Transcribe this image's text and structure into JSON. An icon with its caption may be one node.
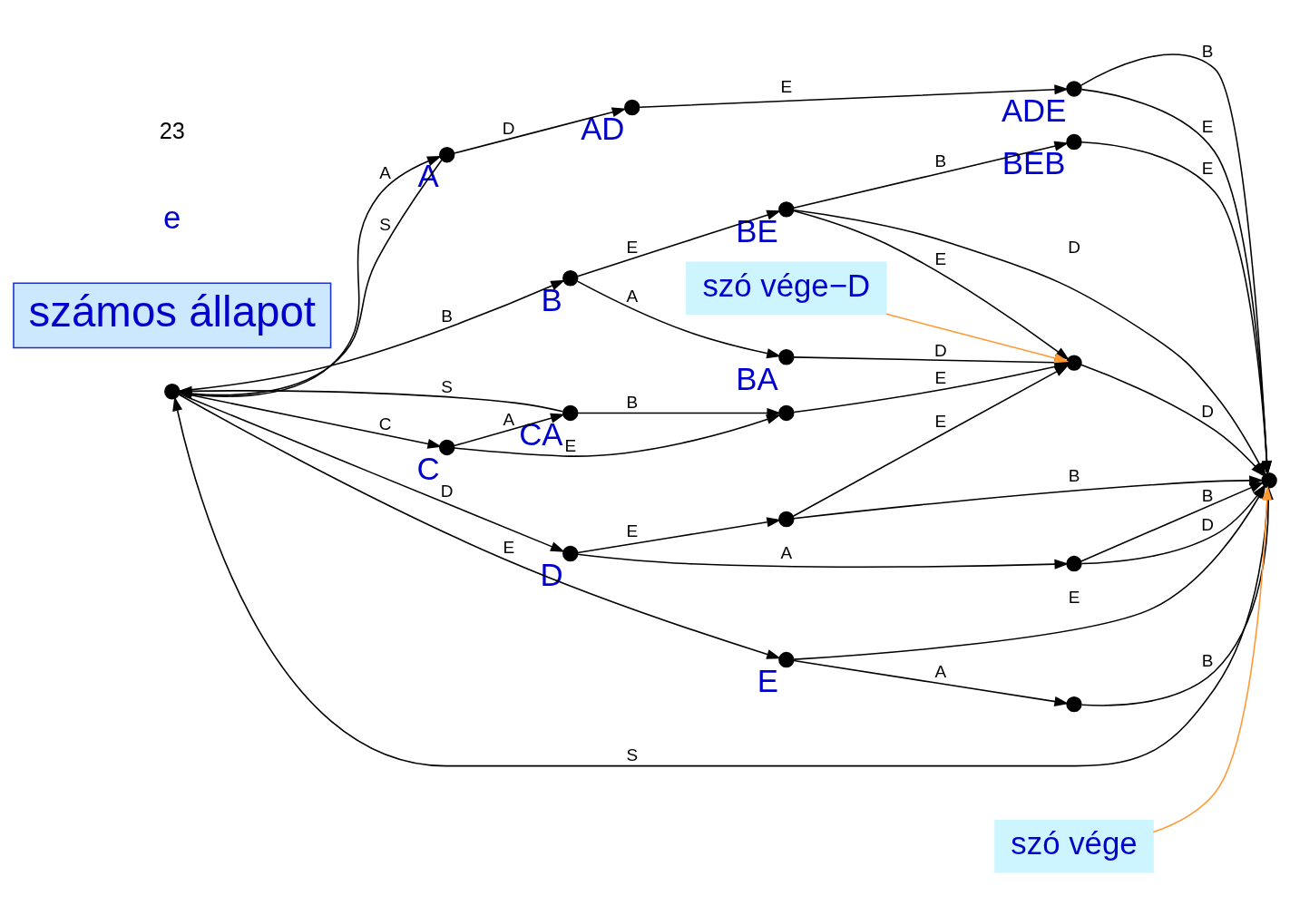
{
  "diagram": {
    "nodes": [
      {
        "text": [],
        "shape": "circle"
      },
      {
        "text": [],
        "shape": "circle",
        "beside": [
          "A"
        ]
      },
      {
        "text": [],
        "shape": "circle",
        "beside": [
          "AD"
        ]
      },
      {
        "text": [],
        "shape": "circle",
        "beside": [
          "ADE"
        ]
      },
      {
        "text": [],
        "shape": "circle",
        "beside": [
          "B"
        ]
      },
      {
        "text": [],
        "shape": "circle",
        "beside": [
          "BE"
        ]
      },
      {
        "text": [],
        "shape": "circle",
        "beside": [
          "BEB"
        ]
      },
      {
        "text": [],
        "shape": "circle",
        "beside": [
          "BA"
        ]
      },
      {
        "text": [],
        "shape": "circle",
        "beside": [
          "CA"
        ]
      },
      {
        "text": [],
        "shape": "circle"
      },
      {
        "text": [],
        "shape": "circle",
        "beside": [
          "C"
        ]
      },
      {
        "text": [],
        "shape": "circle"
      },
      {
        "text": [],
        "shape": "circle",
        "beside": [
          "D"
        ]
      },
      {
        "text": [],
        "shape": "circle"
      },
      {
        "text": [],
        "shape": "circle"
      },
      {
        "text": [],
        "shape": "circle",
        "beside": [
          "E"
        ]
      },
      {
        "text": [],
        "shape": "circle"
      },
      {
        "text": [],
        "shape": "circle"
      },
      {
        "text": [
          "szó vége−D"
        ]
      },
      {
        "text": [
          "szó vége"
        ]
      },
      {
        "text": [
          "számos állapot"
        ]
      }
    ],
    "edges": [
      {
        "from": 0,
        "to": 1,
        "arrow": "to",
        "label": "A"
      },
      {
        "from": 1,
        "to": 0,
        "arrow": "to",
        "label": "S"
      },
      {
        "from": 1,
        "to": 2,
        "arrow": "to",
        "label": "D"
      },
      {
        "from": 2,
        "to": 3,
        "arrow": "to",
        "label": "E"
      },
      {
        "from": 3,
        "to": 17,
        "arrow": "to",
        "label": "B"
      },
      {
        "from": 3,
        "to": 17,
        "arrow": "to",
        "label": "E"
      },
      {
        "from": 0,
        "to": 4,
        "arrow": "to",
        "label": "B"
      },
      {
        "from": 4,
        "to": 5,
        "arrow": "to",
        "label": "E"
      },
      {
        "from": 4,
        "to": 7,
        "arrow": "to",
        "label": "A"
      },
      {
        "from": 5,
        "to": 6,
        "arrow": "to",
        "label": "B"
      },
      {
        "from": 6,
        "to": 17,
        "arrow": "to",
        "label": "E"
      },
      {
        "from": 5,
        "to": 17,
        "arrow": "to",
        "label": "D"
      },
      {
        "from": 5,
        "to": 11,
        "arrow": "to",
        "label": "E"
      },
      {
        "from": 7,
        "to": 11,
        "arrow": "to",
        "label": "D"
      },
      {
        "from": 8,
        "to": 0,
        "arrow": "to",
        "label": "S"
      },
      {
        "from": 8,
        "to": 9,
        "arrow": "to",
        "label": "B"
      },
      {
        "from": 0,
        "to": 10,
        "arrow": "to",
        "label": "C"
      },
      {
        "from": 10,
        "to": 8,
        "arrow": "to",
        "label": "A"
      },
      {
        "from": 10,
        "to": 9,
        "arrow": "to",
        "label": "E"
      },
      {
        "from": 9,
        "to": 11,
        "arrow": "to",
        "label": "E"
      },
      {
        "from": 11,
        "to": 17,
        "arrow": "to",
        "label": "D"
      },
      {
        "from": 0,
        "to": 12,
        "arrow": "to",
        "label": "D"
      },
      {
        "from": 0,
        "to": 15,
        "arrow": "to",
        "label": "E"
      },
      {
        "from": 12,
        "to": 13,
        "arrow": "to",
        "label": "E"
      },
      {
        "from": 12,
        "to": 14,
        "arrow": "to",
        "label": "A"
      },
      {
        "from": 13,
        "to": 11,
        "arrow": "to",
        "label": "E"
      },
      {
        "from": 13,
        "to": 17,
        "arrow": "to",
        "label": "B"
      },
      {
        "from": 14,
        "to": 17,
        "arrow": "to",
        "label": "B"
      },
      {
        "from": 14,
        "to": 17,
        "arrow": "to",
        "label": "D"
      },
      {
        "from": 15,
        "to": 17,
        "arrow": "to",
        "label": "E"
      },
      {
        "from": 15,
        "to": 16,
        "arrow": "to",
        "label": "A"
      },
      {
        "from": 16,
        "to": 17,
        "arrow": "to",
        "label": "B"
      },
      {
        "from": 17,
        "to": 0,
        "arrow": "to",
        "label": "S"
      },
      {
        "from": 18,
        "to": 11,
        "arrow": "to",
        "color": "#ff9933"
      },
      {
        "from": 19,
        "to": 17,
        "arrow": "to",
        "color": "#ff9933"
      }
    ],
    "labels": [
      "e",
      "23"
    ]
  }
}
